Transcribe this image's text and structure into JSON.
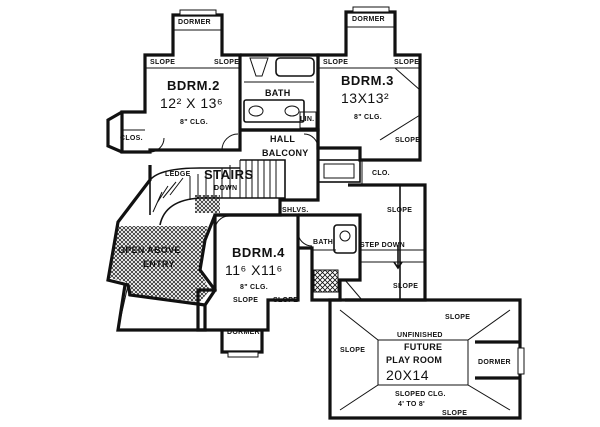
{
  "plan": {
    "rooms": {
      "bedroom2": {
        "name": "BDRM.2",
        "size": "12² X 13⁶",
        "ceiling": "8\" CLG."
      },
      "bedroom3": {
        "name": "BDRM.3",
        "size": "13X13²",
        "ceiling": "8\" CLG."
      },
      "bedroom4": {
        "name": "BDRM.4",
        "size": "11⁶ X11⁶",
        "ceiling": "8\" CLG."
      },
      "hall": {
        "name": "HALL",
        "sub": "BALCONY"
      },
      "bath_upper": {
        "name": "BATH"
      },
      "bath_lower": {
        "name": "BATH"
      },
      "stairs": {
        "name": "STAIRS",
        "sub": "DOWN"
      },
      "open_above": {
        "name": "OPEN ABOVE",
        "sub": "ENTRY"
      },
      "future": {
        "pre": "UNFINISHED",
        "name": "FUTURE",
        "name2": "PLAY ROOM",
        "size": "20X14",
        "ceiling": "SLOPED CLG.",
        "ceiling2": "4' TO 8'"
      }
    },
    "labels": {
      "dormer": "DORMER",
      "slope": "SLOPE",
      "closet": "CLOS.",
      "closet_short": "CLO.",
      "linen": "LIN.",
      "ledge": "LEDGE",
      "shelves": "SHLVS.",
      "step_down": "STEP DOWN"
    }
  }
}
